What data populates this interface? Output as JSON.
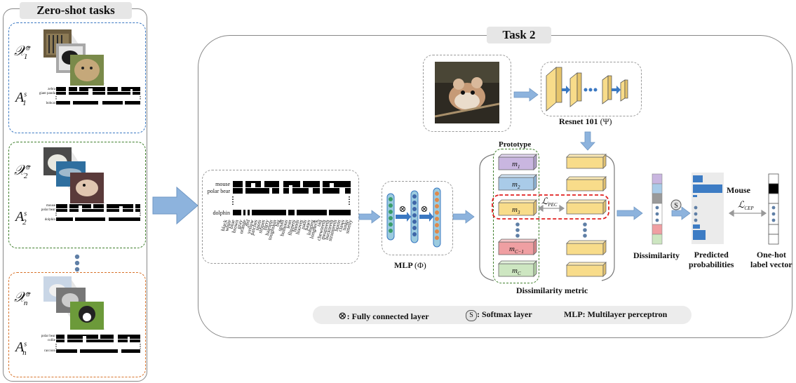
{
  "left_panel": {
    "title": "Zero-shot tasks",
    "tasks": [
      {
        "x_label": "𝒳",
        "x_sup": "tr",
        "x_sub": "1",
        "a_label": "A",
        "a_sup": "s",
        "a_sub": "1",
        "rows": [
          "zebra",
          "giant panda"
        ],
        "last_row": "bobcat"
      },
      {
        "x_label": "𝒳",
        "x_sup": "tr",
        "x_sub": "2",
        "a_label": "A",
        "a_sup": "s",
        "a_sub": "2",
        "rows": [
          "mouse",
          "polar bear"
        ],
        "last_row": "dolphin"
      },
      {
        "x_label": "𝒳",
        "x_sup": "tr",
        "x_sub": "n",
        "a_label": "A",
        "a_sup": "s",
        "a_sub": "n",
        "rows": [
          "polar bear",
          "collie"
        ],
        "last_row": "raccoon"
      }
    ]
  },
  "main_panel": {
    "title": "Task 2",
    "attr_rows": [
      "mouse",
      "polar bear"
    ],
    "attr_last_row": "dolphin",
    "attributes": [
      "black",
      "white",
      "blue",
      "brown",
      "gray",
      "orange",
      "red",
      "yellow",
      "patches",
      "spots",
      "stripes",
      "furry",
      "hairless",
      "toughskin",
      "big",
      "small",
      "bulbous",
      "lean",
      "flippers",
      "hands",
      "hooves",
      "pads",
      "paws",
      "longleg",
      "longneck",
      "tail",
      "chewteeth",
      "meatteeth",
      "buckteeth",
      "strainteeth",
      "horns",
      "claws",
      "tusks",
      "smelly"
    ],
    "mlp_label": "MLP",
    "mlp_symbol": "(Φ)",
    "resnet_label": "Resnet 101",
    "resnet_symbol": "(Ψ)",
    "prototype_label": "Prototype",
    "prototypes": [
      {
        "base": "m",
        "sub": "1"
      },
      {
        "base": "m",
        "sub": "2"
      },
      {
        "base": "m",
        "sub": "3"
      },
      {
        "base": "m",
        "sub": "C−1"
      },
      {
        "base": "m",
        "sub": "C"
      }
    ],
    "loss_pec": {
      "base": "ℒ",
      "sub": "PEC"
    },
    "loss_cep": {
      "base": "ℒ",
      "sub": "CEP"
    },
    "dissimilarity_metric_label": "Dissimilarity metric",
    "dissimilarity_label": "Dissimilarity",
    "predicted_label_line1": "Predicted",
    "predicted_label_line2": "probabilities",
    "mouse_label": "Mouse",
    "onehot_line1": "One-hot",
    "onehot_line2": "label vector",
    "softmax_symbol": "S"
  },
  "legend": {
    "fc_symbol": "⊗",
    "fc_text": ": Fully connected layer",
    "softmax_symbol": "S",
    "softmax_text": ": Softmax layer",
    "mlp_text": "MLP: Multilayer perceptron"
  },
  "colors": {
    "blue_dash": "#3a78c2",
    "green_dash": "#3f7f2c",
    "orange_dash": "#d8732b",
    "red_dash": "#e02020",
    "arrow_fill": "#8db3dd",
    "bar_blue": "#3d7cc4",
    "prototype_m1": "#c9b6e0",
    "prototype_m2": "#a9cbe8",
    "prototype_m3": "#f8dc8a",
    "prototype_mc1": "#ef9fa2",
    "prototype_mc": "#cde6c1",
    "feature_yellow": "#f8dc8a"
  }
}
